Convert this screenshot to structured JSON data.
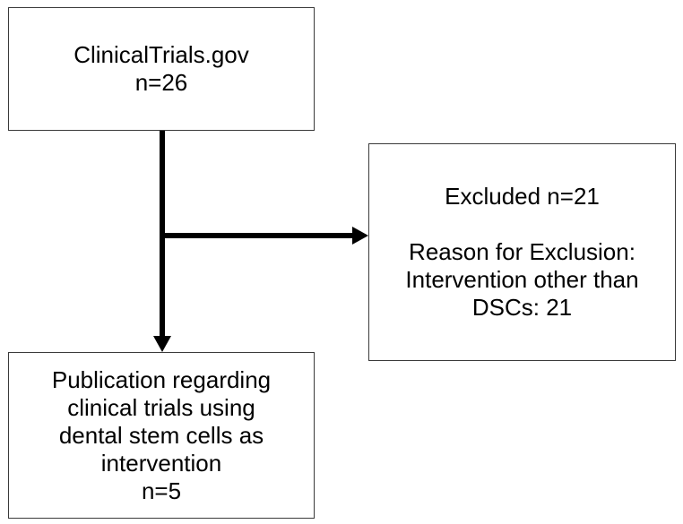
{
  "source_box": {
    "lines": [
      "ClinicalTrials.gov",
      "n=26"
    ]
  },
  "excluded_box": {
    "title": "Excluded n=21",
    "reason_lines": [
      "Reason for Exclusion:",
      "Intervention other than",
      "DSCs: 21"
    ]
  },
  "included_box": {
    "lines": [
      "Publication regarding",
      "clinical trials using",
      "dental stem cells as",
      "intervention",
      "n=5"
    ]
  },
  "colors": {
    "border": "#3a3a3a",
    "arrow": "#000000"
  }
}
